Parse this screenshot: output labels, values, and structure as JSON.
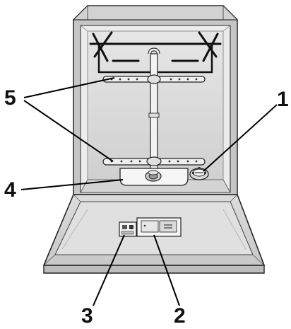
{
  "callouts": [
    {
      "key": "1",
      "label": "1"
    },
    {
      "key": "2",
      "label": "2"
    },
    {
      "key": "3",
      "label": "3"
    },
    {
      "key": "4",
      "label": "4"
    },
    {
      "key": "5",
      "label": "5"
    }
  ],
  "colors": {
    "cabinet_outer": "#c4c4c4",
    "cabinet_inner": "#e9e9e9",
    "tub_back": "#dedede",
    "door_face": "#d6d6d6",
    "outline": "#333333",
    "leader": "#000000"
  },
  "parts": [
    "upper-basket-rail",
    "upper-spray-arm",
    "lower-spray-arm",
    "spray-arm-feed-pipe",
    "filter-assembly",
    "salt-container-cap",
    "rinse-aid-dispenser",
    "detergent-dispenser"
  ]
}
